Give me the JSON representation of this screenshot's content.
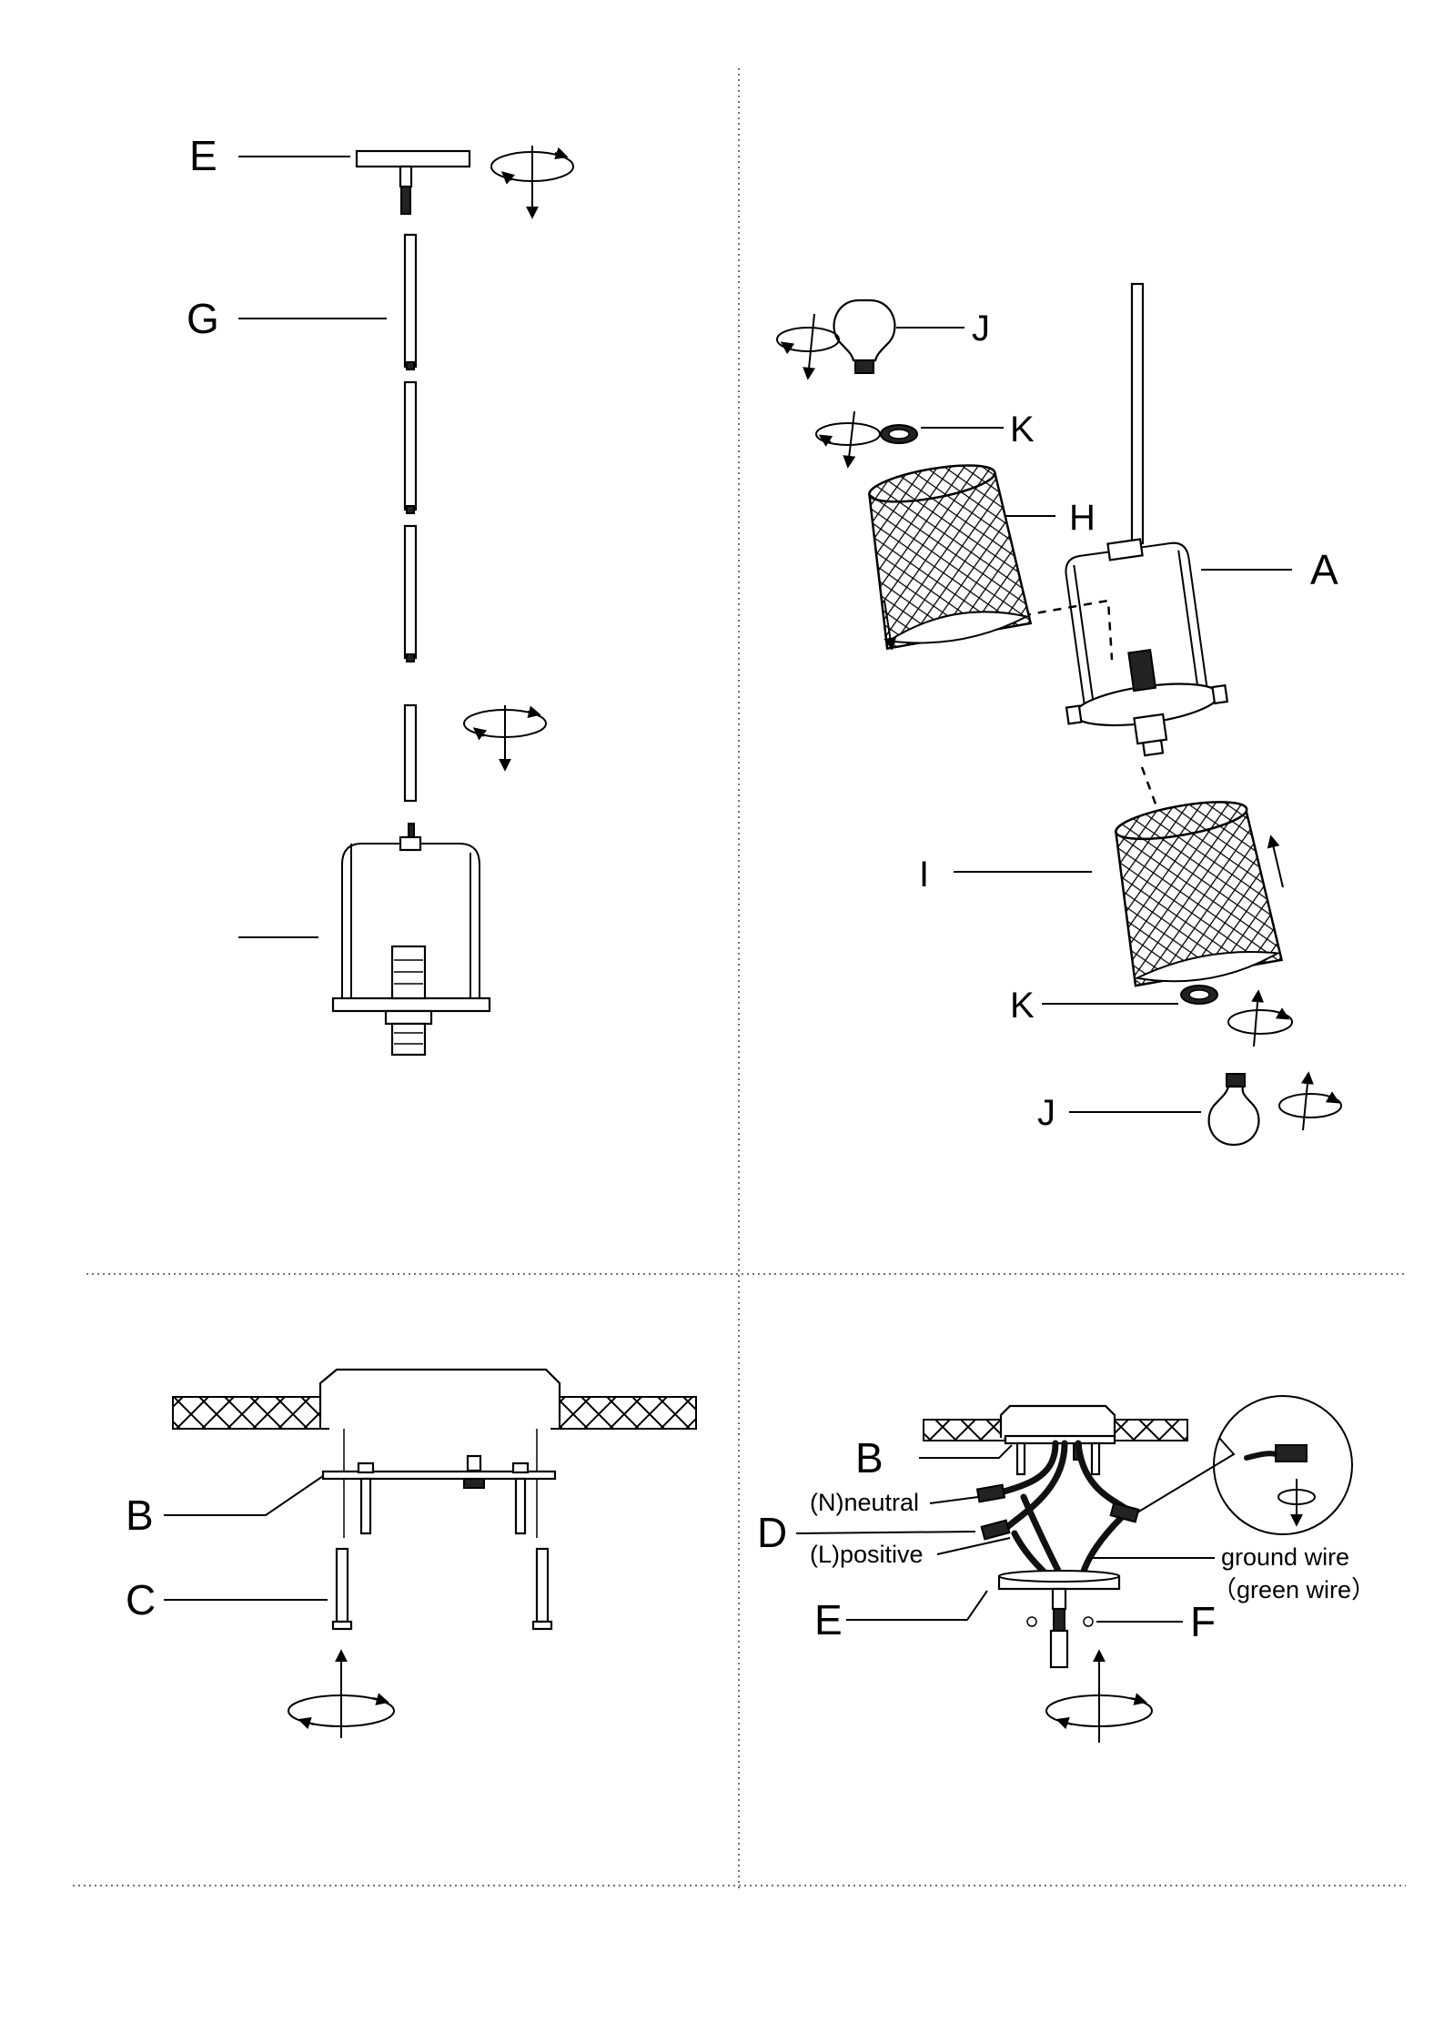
{
  "labels": {
    "E": "E",
    "G": "G",
    "J": "J",
    "K": "K",
    "H": "H",
    "A": "A",
    "I": "I",
    "B": "B",
    "C": "C",
    "D": "D",
    "F": "F"
  },
  "wiring": {
    "neutral": "(N)neutral",
    "positive": "(L)positive",
    "ground": "ground wire",
    "ground_note": "（green wire）"
  },
  "colors": {
    "line": "#000000",
    "separator": "#444444"
  }
}
